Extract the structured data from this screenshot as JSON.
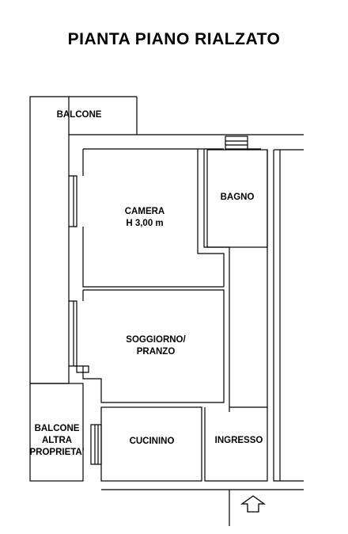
{
  "title": "PIANTA PIANO RIALZATO",
  "rooms": {
    "balcone": "BALCONE",
    "bagno": "BAGNO",
    "camera": [
      "CAMERA",
      "H 3,00 m"
    ],
    "soggiorno": [
      "SOGGIORNO/",
      "PRANZO"
    ],
    "balcone_altra": [
      "BALCONE",
      "ALTRA",
      "PROPRIETA'"
    ],
    "cucinino": "CUCININO",
    "ingresso": "INGRESSO"
  },
  "entrance_arrow": "arrow-up-icon"
}
